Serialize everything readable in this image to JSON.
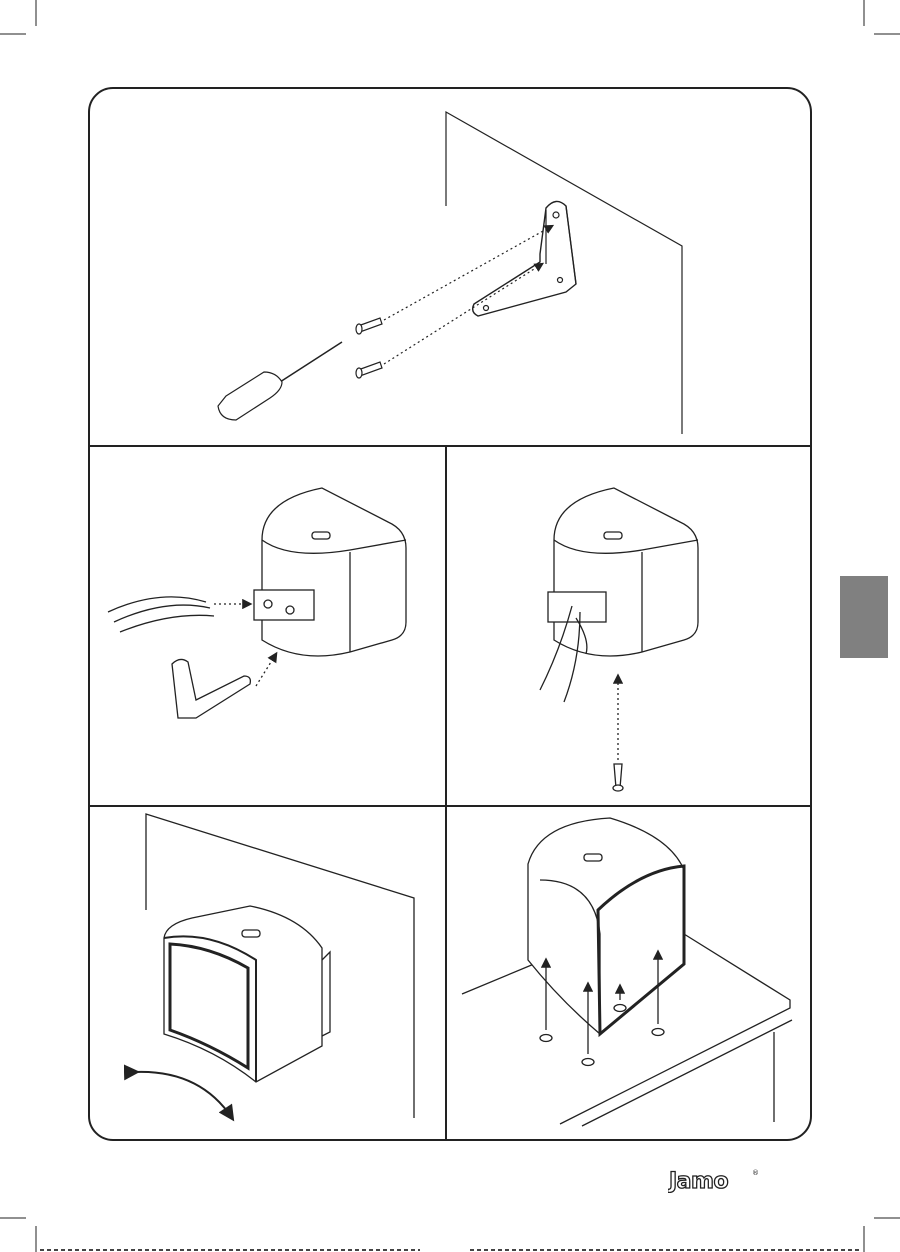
{
  "brand": {
    "logo_text": "Jamo",
    "registered_mark": "®"
  },
  "colors": {
    "side_tab": "#808080",
    "line": "#222222",
    "paper": "#ffffff"
  },
  "panels": [
    {
      "id": "step-1",
      "scene": "wall-mounting-bracket-with-screws-and-screwdriver"
    },
    {
      "id": "step-2",
      "scene": "connect-speaker-cables-and-attach-bracket"
    },
    {
      "id": "step-3",
      "scene": "fasten-bracket-screw-from-below"
    },
    {
      "id": "step-4",
      "scene": "wall-mounted-speaker-swivel"
    },
    {
      "id": "step-5",
      "scene": "speaker-on-shelf-with-rubber-feet"
    }
  ]
}
